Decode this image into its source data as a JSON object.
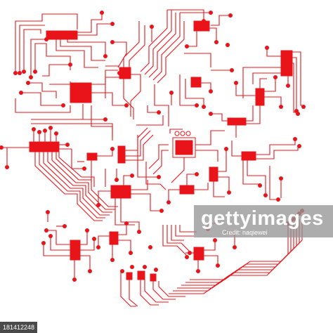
{
  "colors": {
    "trace": "#e8141a",
    "chip": "#e8141a",
    "background": "#ffffff",
    "watermark_panel": "#969696"
  },
  "watermark": {
    "brand": "gettyimages",
    "credit": "Credit: naqiewei"
  },
  "image_id": "181412248"
}
